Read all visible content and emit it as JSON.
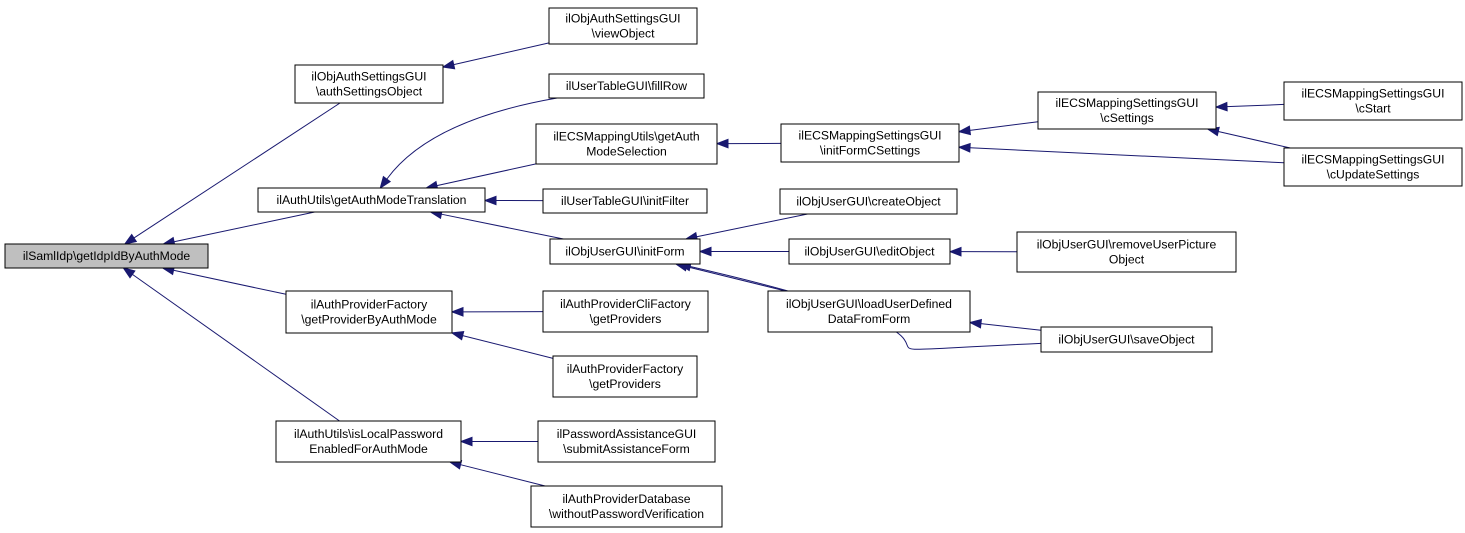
{
  "nodes": [
    {
      "id": "root",
      "lines": [
        "ilSamlIdp\\getIdpIdByAuthMode"
      ],
      "root": true
    },
    {
      "id": "n1",
      "lines": [
        "ilObjAuthSettingsGUI",
        "\\authSettingsObject"
      ]
    },
    {
      "id": "n2",
      "lines": [
        "ilObjAuthSettingsGUI",
        "\\viewObject"
      ]
    },
    {
      "id": "n3",
      "lines": [
        "ilAuthUtils\\getAuthModeTranslation"
      ]
    },
    {
      "id": "n4",
      "lines": [
        "ilUserTableGUI\\fillRow"
      ]
    },
    {
      "id": "n5",
      "lines": [
        "ilECSMappingUtils\\getAuth",
        "ModeSelection"
      ]
    },
    {
      "id": "n6",
      "lines": [
        "ilECSMappingSettingsGUI",
        "\\initFormCSettings"
      ]
    },
    {
      "id": "n7",
      "lines": [
        "ilECSMappingSettingsGUI",
        "\\cSettings"
      ]
    },
    {
      "id": "n8",
      "lines": [
        "ilECSMappingSettingsGUI",
        "\\cStart"
      ]
    },
    {
      "id": "n9",
      "lines": [
        "ilECSMappingSettingsGUI",
        "\\cUpdateSettings"
      ]
    },
    {
      "id": "n10",
      "lines": [
        "ilUserTableGUI\\initFilter"
      ]
    },
    {
      "id": "n11",
      "lines": [
        "ilObjUserGUI\\initForm"
      ]
    },
    {
      "id": "n12",
      "lines": [
        "ilObjUserGUI\\createObject"
      ]
    },
    {
      "id": "n13",
      "lines": [
        "ilObjUserGUI\\editObject"
      ]
    },
    {
      "id": "n14",
      "lines": [
        "ilObjUserGUI\\removeUserPicture",
        "Object"
      ]
    },
    {
      "id": "n15",
      "lines": [
        "ilObjUserGUI\\loadUserDefined",
        "DataFromForm"
      ]
    },
    {
      "id": "n16",
      "lines": [
        "ilObjUserGUI\\saveObject"
      ]
    },
    {
      "id": "n17",
      "lines": [
        "ilAuthProviderFactory",
        "\\getProviderByAuthMode"
      ]
    },
    {
      "id": "n18",
      "lines": [
        "ilAuthProviderCliFactory",
        "\\getProviders"
      ]
    },
    {
      "id": "n19",
      "lines": [
        "ilAuthProviderFactory",
        "\\getProviders"
      ]
    },
    {
      "id": "n20",
      "lines": [
        "ilAuthUtils\\isLocalPassword",
        "EnabledForAuthMode"
      ]
    },
    {
      "id": "n21",
      "lines": [
        "ilPasswordAssistanceGUI",
        "\\submitAssistanceForm"
      ]
    },
    {
      "id": "n22",
      "lines": [
        "ilAuthProviderDatabase",
        "\\withoutPasswordVerification"
      ]
    }
  ],
  "edges": [
    {
      "from": "n1",
      "to": "root"
    },
    {
      "from": "n3",
      "to": "root"
    },
    {
      "from": "n17",
      "to": "root"
    },
    {
      "from": "n20",
      "to": "root"
    },
    {
      "from": "n2",
      "to": "n1"
    },
    {
      "from": "n4",
      "to": "n3"
    },
    {
      "from": "n5",
      "to": "n3"
    },
    {
      "from": "n10",
      "to": "n3"
    },
    {
      "from": "n11",
      "to": "n3"
    },
    {
      "from": "n6",
      "to": "n5"
    },
    {
      "from": "n7",
      "to": "n6"
    },
    {
      "from": "n9",
      "to": "n6"
    },
    {
      "from": "n8",
      "to": "n7"
    },
    {
      "from": "n9",
      "to": "n7"
    },
    {
      "from": "n12",
      "to": "n11"
    },
    {
      "from": "n13",
      "to": "n11"
    },
    {
      "from": "n15",
      "to": "n11"
    },
    {
      "from": "n16",
      "to": "n11"
    },
    {
      "from": "n14",
      "to": "n13"
    },
    {
      "from": "n16",
      "to": "n15"
    },
    {
      "from": "n18",
      "to": "n17"
    },
    {
      "from": "n19",
      "to": "n17"
    },
    {
      "from": "n21",
      "to": "n20"
    },
    {
      "from": "n22",
      "to": "n20"
    }
  ]
}
